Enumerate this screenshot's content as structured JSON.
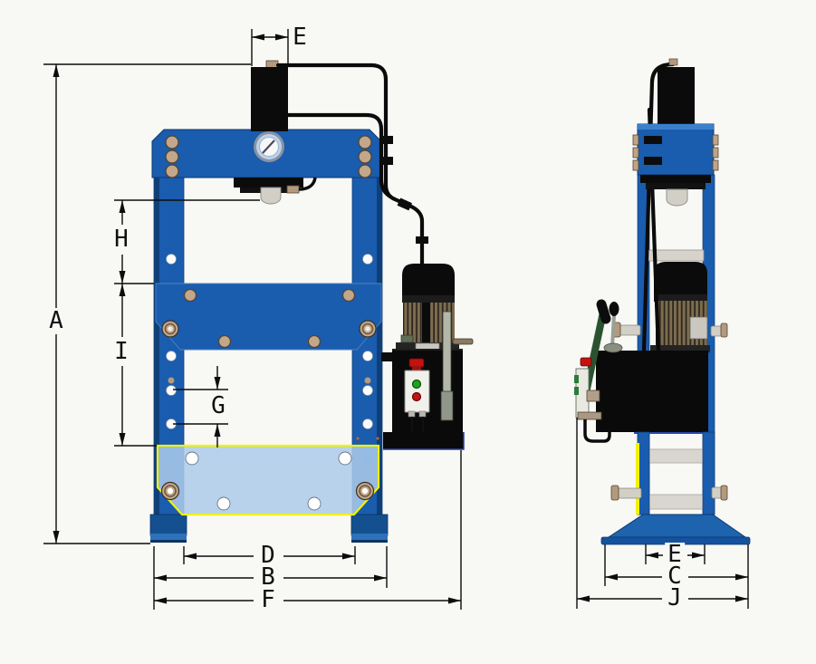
{
  "labels": {
    "A": "A",
    "B": "B",
    "C": "C",
    "D": "D",
    "E": "E",
    "F": "F",
    "G": "G",
    "H": "H",
    "I": "I",
    "J": "J"
  },
  "colors": {
    "background": "#f8f8f5",
    "frame_blue": "#1a5cad",
    "frame_dark_blue": "#0f3f78",
    "bed_highlight_blue": "#aecbea",
    "bed_outline_yellow": "#f2f200",
    "hose_black": "#0b0b0b",
    "bolt_tan": "#c2a78b",
    "motor_fin_brown": "#7d6c50",
    "metal_gray": "#d2cfc7",
    "estop_red": "#c41210",
    "start_button_green": "#1ca51c",
    "stop_button_red": "#c01616",
    "gauge_ring_blue": "#bcd2ec",
    "dimension_line": "#0c0c0c"
  }
}
